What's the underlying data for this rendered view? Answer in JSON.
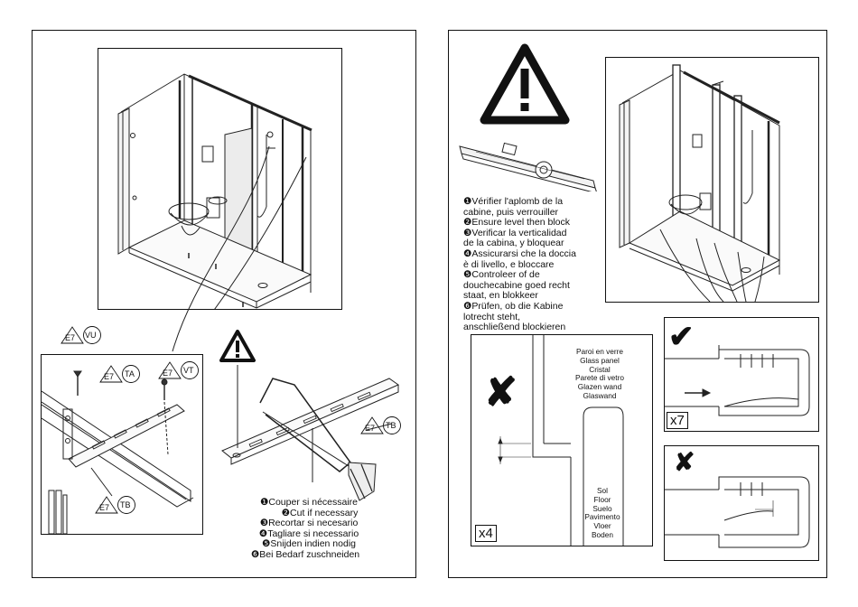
{
  "left_page": {
    "labels": {
      "vu": {
        "code": "E7",
        "tag": "VU"
      },
      "ta": {
        "code": "E7",
        "tag": "TA"
      },
      "vt": {
        "code": "E7",
        "tag": "VT"
      },
      "tb_left": {
        "code": "E7",
        "tag": "TB"
      },
      "tb_right": {
        "code": "E7",
        "tag": "TB"
      }
    },
    "cut_instructions": [
      "❶Couper si nécessaire",
      "❷Cut if necessary",
      "❸Recortar si necesario",
      "❹Tagliare si necessario",
      "❺Snijden indien nodig",
      "❻Bei Bedarf zuschneiden"
    ]
  },
  "right_page": {
    "level_instructions": [
      "❶Vérifier l'aplomb de la",
      "cabine, puis verrouiller",
      "❷Ensure level then block",
      "❸Verificar la verticalidad",
      "de la cabina, y bloquear",
      "❹Assicurarsi che la doccia",
      "è di livello, e bloccare",
      "❺Controleer of de",
      "douchecabine goed recht",
      "staat, en blokkeer",
      "❻Prüfen, ob die Kabine",
      "lotrecht steht,",
      "anschließend blockieren"
    ],
    "glass_panel_labels": [
      "Paroi en verre",
      "Glass panel",
      "Cristal",
      "Parete di vetro",
      "Glazen wand",
      "Glaswand"
    ],
    "floor_labels": [
      "Sol",
      "Floor",
      "Suelo",
      "Pavimento",
      "Vloer",
      "Boden"
    ],
    "count_x4": "x4",
    "count_x7": "x7",
    "wrong_mark": "✘",
    "right_mark": "✔"
  }
}
